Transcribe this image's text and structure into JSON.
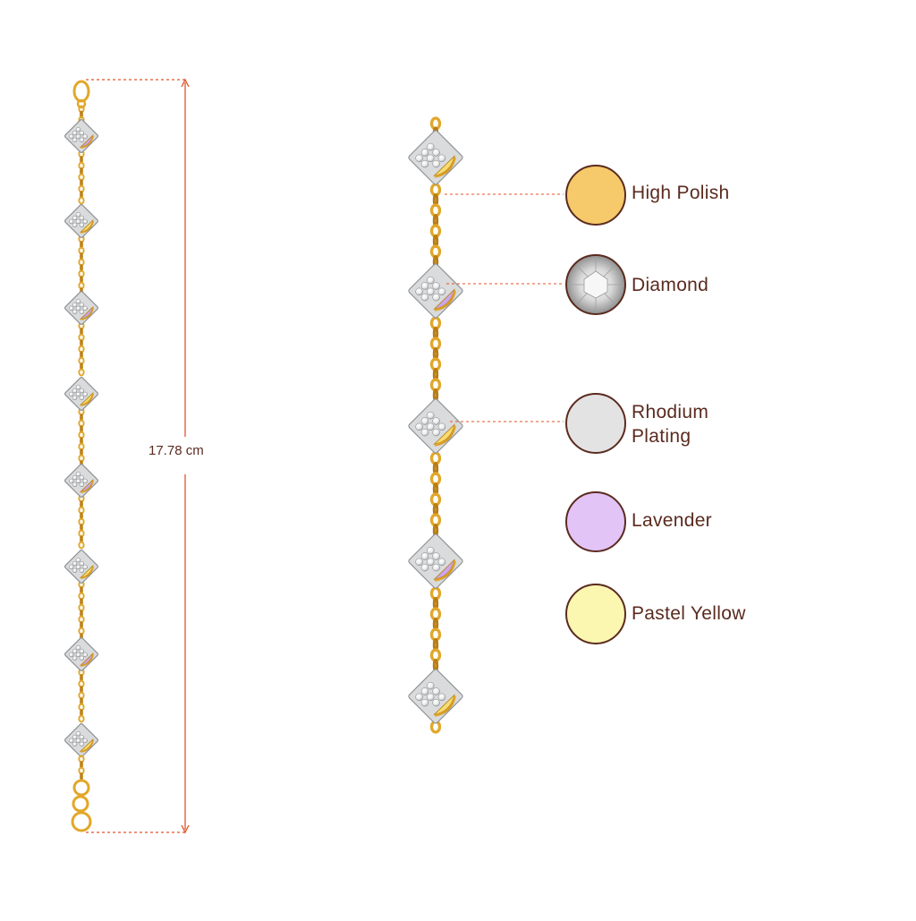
{
  "measurement": {
    "length_label": "17.78 cm"
  },
  "legend": [
    {
      "id": "high-polish",
      "label": "High Polish",
      "color": "#f6c96a"
    },
    {
      "id": "diamond",
      "label": "Diamond",
      "color": "#e8e8e8"
    },
    {
      "id": "rhodium",
      "label": "Rhodium Plating",
      "color": "#e3e3e3"
    },
    {
      "id": "lavender",
      "label": "Lavender",
      "color": "#e2c4f7"
    },
    {
      "id": "pastel-yellow",
      "label": "Pastel Yellow",
      "color": "#fbf6b0"
    }
  ],
  "colors": {
    "gold": "#e2a72a",
    "gold_light": "#f5cf6a",
    "gold_dark": "#b97d12",
    "rhodium": "#d9dbdc",
    "rhodium_dark": "#8e9092",
    "lavender": "#c9a6ee",
    "yellow_enamel": "#f6dc72",
    "dim_line": "#e0542a",
    "text": "#5a2b1f",
    "swatch_border": "#5a2b1f"
  },
  "bracelet_motifs": [
    {
      "enamel": "lavender"
    },
    {
      "enamel": "yellow"
    },
    {
      "enamel": "lavender"
    },
    {
      "enamel": "yellow"
    },
    {
      "enamel": "lavender"
    },
    {
      "enamel": "yellow"
    },
    {
      "enamel": "lavender"
    },
    {
      "enamel": "yellow"
    }
  ],
  "zoom_motifs": [
    {
      "enamel": "yellow"
    },
    {
      "enamel": "lavender"
    },
    {
      "enamel": "yellow"
    },
    {
      "enamel": "lavender"
    },
    {
      "enamel": "yellow"
    }
  ]
}
